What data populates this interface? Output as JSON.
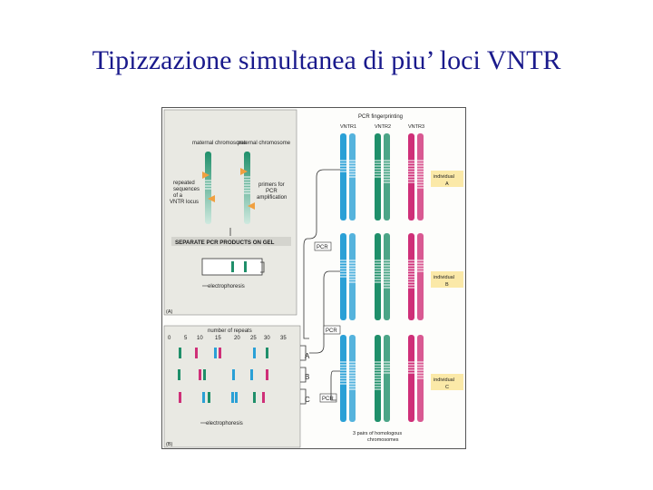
{
  "slide": {
    "title": "Tipizzazione simultanea di piu’ loci VNTR"
  },
  "figure": {
    "panel_a": {
      "label": "(A)",
      "maternal": "maternal chromosome",
      "paternal": "paternal chromosome",
      "repeated_line1": "repeated",
      "repeated_line2": "sequences",
      "repeated_line3": "of a",
      "repeated_line4": "VNTR locus",
      "primers_line1": "primers for",
      "primers_line2": "PCR",
      "primers_line3": "amplification",
      "gel_banner": "SEPARATE PCR PRODUCTS ON GEL",
      "electrophoresis": "electrophoresis"
    },
    "panel_b": {
      "label": "(B)",
      "number_of_repeats": "number of repeats",
      "ticks": [
        "0",
        "5",
        "10",
        "15",
        "20",
        "25",
        "30",
        "35"
      ],
      "rows": [
        "A",
        "B",
        "C"
      ],
      "pcr": "PCR",
      "electrophoresis": "electrophoresis"
    },
    "right": {
      "header": "PCR fingerprinting",
      "loci": [
        "VNTR1",
        "VNTR2",
        "VNTR3"
      ],
      "individuals": [
        {
          "word": "individual",
          "letter": "A"
        },
        {
          "word": "individual",
          "letter": "B"
        },
        {
          "word": "individual",
          "letter": "C"
        }
      ],
      "pcr_labels": [
        "PCR",
        "PCR"
      ],
      "footer_line1": "3 pairs of homologous",
      "footer_line2": "chromosomes"
    },
    "colors": {
      "blue": "#2aa0d6",
      "green": "#1f8f6a",
      "pink": "#cf2f78",
      "orange": "#f0a040",
      "panel_bg": "#e9e9e3",
      "individual_box": "#fbe9a8"
    }
  }
}
